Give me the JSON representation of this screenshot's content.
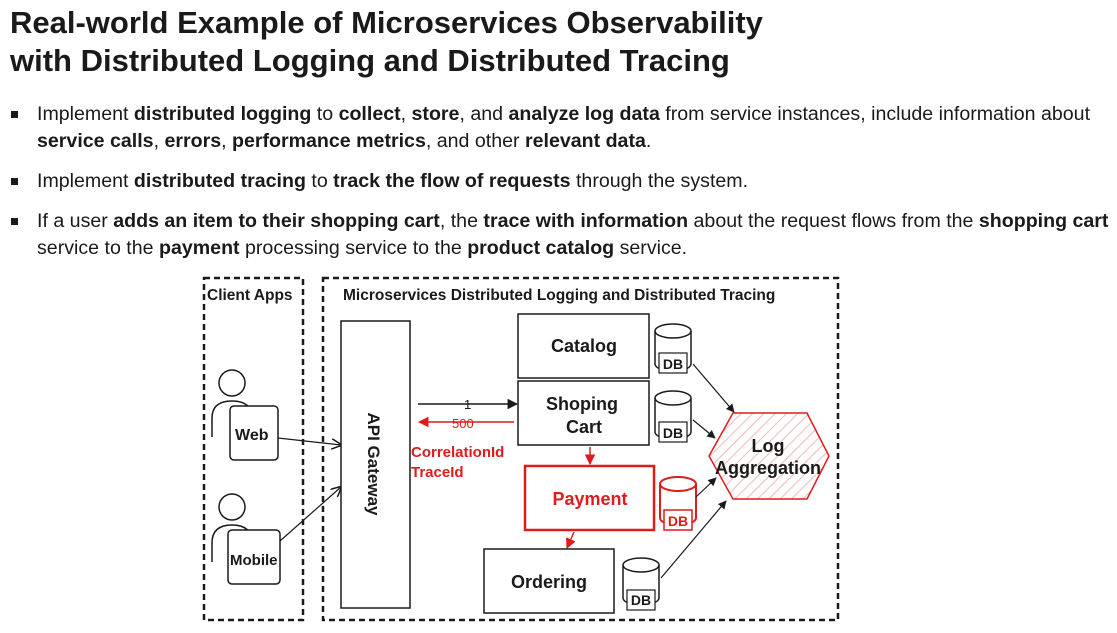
{
  "title": {
    "line1": "Real-world Example of Microservices Observability",
    "line2": "with Distributed Logging and Distributed Tracing"
  },
  "bullets": [
    [
      {
        "t": "Implement ",
        "b": false
      },
      {
        "t": "distributed logging",
        "b": true
      },
      {
        "t": " to ",
        "b": false
      },
      {
        "t": "collect",
        "b": true
      },
      {
        "t": ", ",
        "b": false
      },
      {
        "t": "store",
        "b": true
      },
      {
        "t": ", and ",
        "b": false
      },
      {
        "t": "analyze log data",
        "b": true
      },
      {
        "t": " from service instances, include information about ",
        "b": false
      },
      {
        "t": "service calls",
        "b": true
      },
      {
        "t": ", ",
        "b": false
      },
      {
        "t": "errors",
        "b": true
      },
      {
        "t": ", ",
        "b": false
      },
      {
        "t": "performance metrics",
        "b": true
      },
      {
        "t": ", and other ",
        "b": false
      },
      {
        "t": "relevant data",
        "b": true
      },
      {
        "t": ".",
        "b": false
      }
    ],
    [
      {
        "t": "Implement ",
        "b": false
      },
      {
        "t": "distributed tracing",
        "b": true
      },
      {
        "t": " to ",
        "b": false
      },
      {
        "t": "track the flow of requests",
        "b": true
      },
      {
        "t": " through the system.",
        "b": false
      }
    ],
    [
      {
        "t": "If a user ",
        "b": false
      },
      {
        "t": "adds an item to their shopping cart",
        "b": true
      },
      {
        "t": ", the ",
        "b": false
      },
      {
        "t": "trace with information",
        "b": true
      },
      {
        "t": " about the request flows from the ",
        "b": false
      },
      {
        "t": "shopping cart",
        "b": true
      },
      {
        "t": " service to the ",
        "b": false
      },
      {
        "t": "payment",
        "b": true
      },
      {
        "t": " processing service to the ",
        "b": false
      },
      {
        "t": "product catalog",
        "b": true
      },
      {
        "t": " service.",
        "b": false
      }
    ]
  ],
  "diagram": {
    "client_group_label": "Client Apps",
    "micro_group_label": "Microservices Distributed Logging and Distributed Tracing",
    "web_label": "Web",
    "mobile_label": "Mobile",
    "gateway_label": "API Gateway",
    "request_label": "1",
    "error_label": "500",
    "correlation_label": "CorrelationId",
    "trace_label": "TraceId",
    "catalog_label": "Catalog",
    "cart_label_1": "Shoping",
    "cart_label_2": "Cart",
    "payment_label": "Payment",
    "ordering_label": "Ordering",
    "db_label": "DB",
    "log_label_1": "Log",
    "log_label_2": "Aggregation",
    "colors": {
      "accent": "#e01b1b",
      "ink": "#1a1a1a",
      "hatch": "#f2b8b8"
    }
  }
}
